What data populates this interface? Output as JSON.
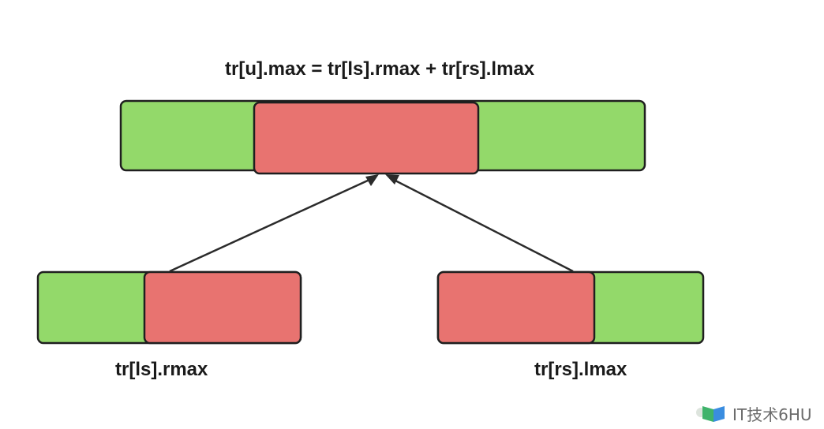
{
  "diagram": {
    "formula": "tr[u].max = tr[ls].rmax + tr[rs].lmax",
    "left_label": "tr[ls].rmax",
    "right_label": "tr[rs].lmax"
  },
  "watermark": {
    "text": "IT技术6HU"
  },
  "colors": {
    "green": "#93D96A",
    "red": "#E87370",
    "stroke": "#1f1f1f",
    "arrow": "#2b2b2b"
  }
}
